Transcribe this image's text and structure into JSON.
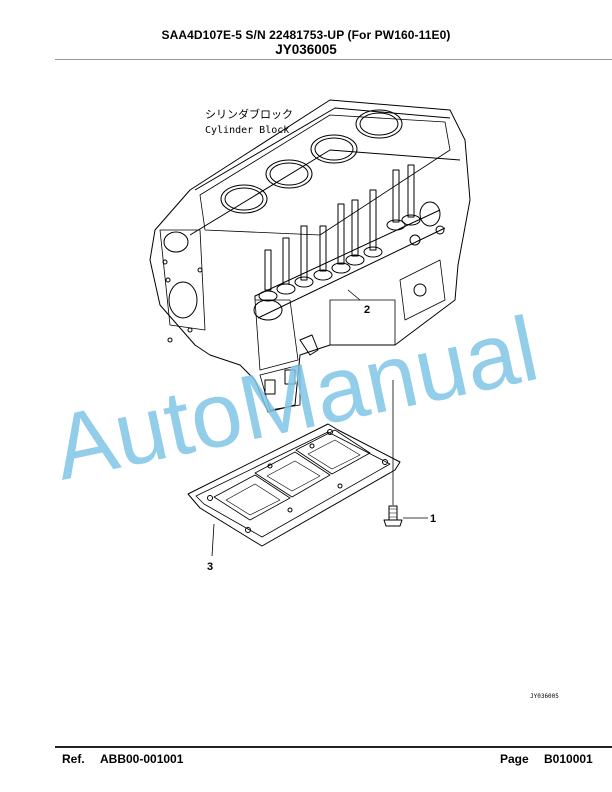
{
  "header": {
    "model_line": "SAA4D107E-5 S/N 22481753-UP (For PW160-11E0)",
    "figure_code": "JY036005"
  },
  "diagram": {
    "japanese_caption": "シリンダブロック",
    "caption": "Cylinder Block",
    "callouts": [
      "1",
      "2",
      "3"
    ],
    "figure_id": "JY036005"
  },
  "watermark": {
    "text": "AutoManual",
    "color": "#7fc4e6"
  },
  "footer": {
    "ref_label": "Ref.",
    "ref_value": "ABB00-001001",
    "page_label": "Page",
    "page_value": "B010001"
  }
}
